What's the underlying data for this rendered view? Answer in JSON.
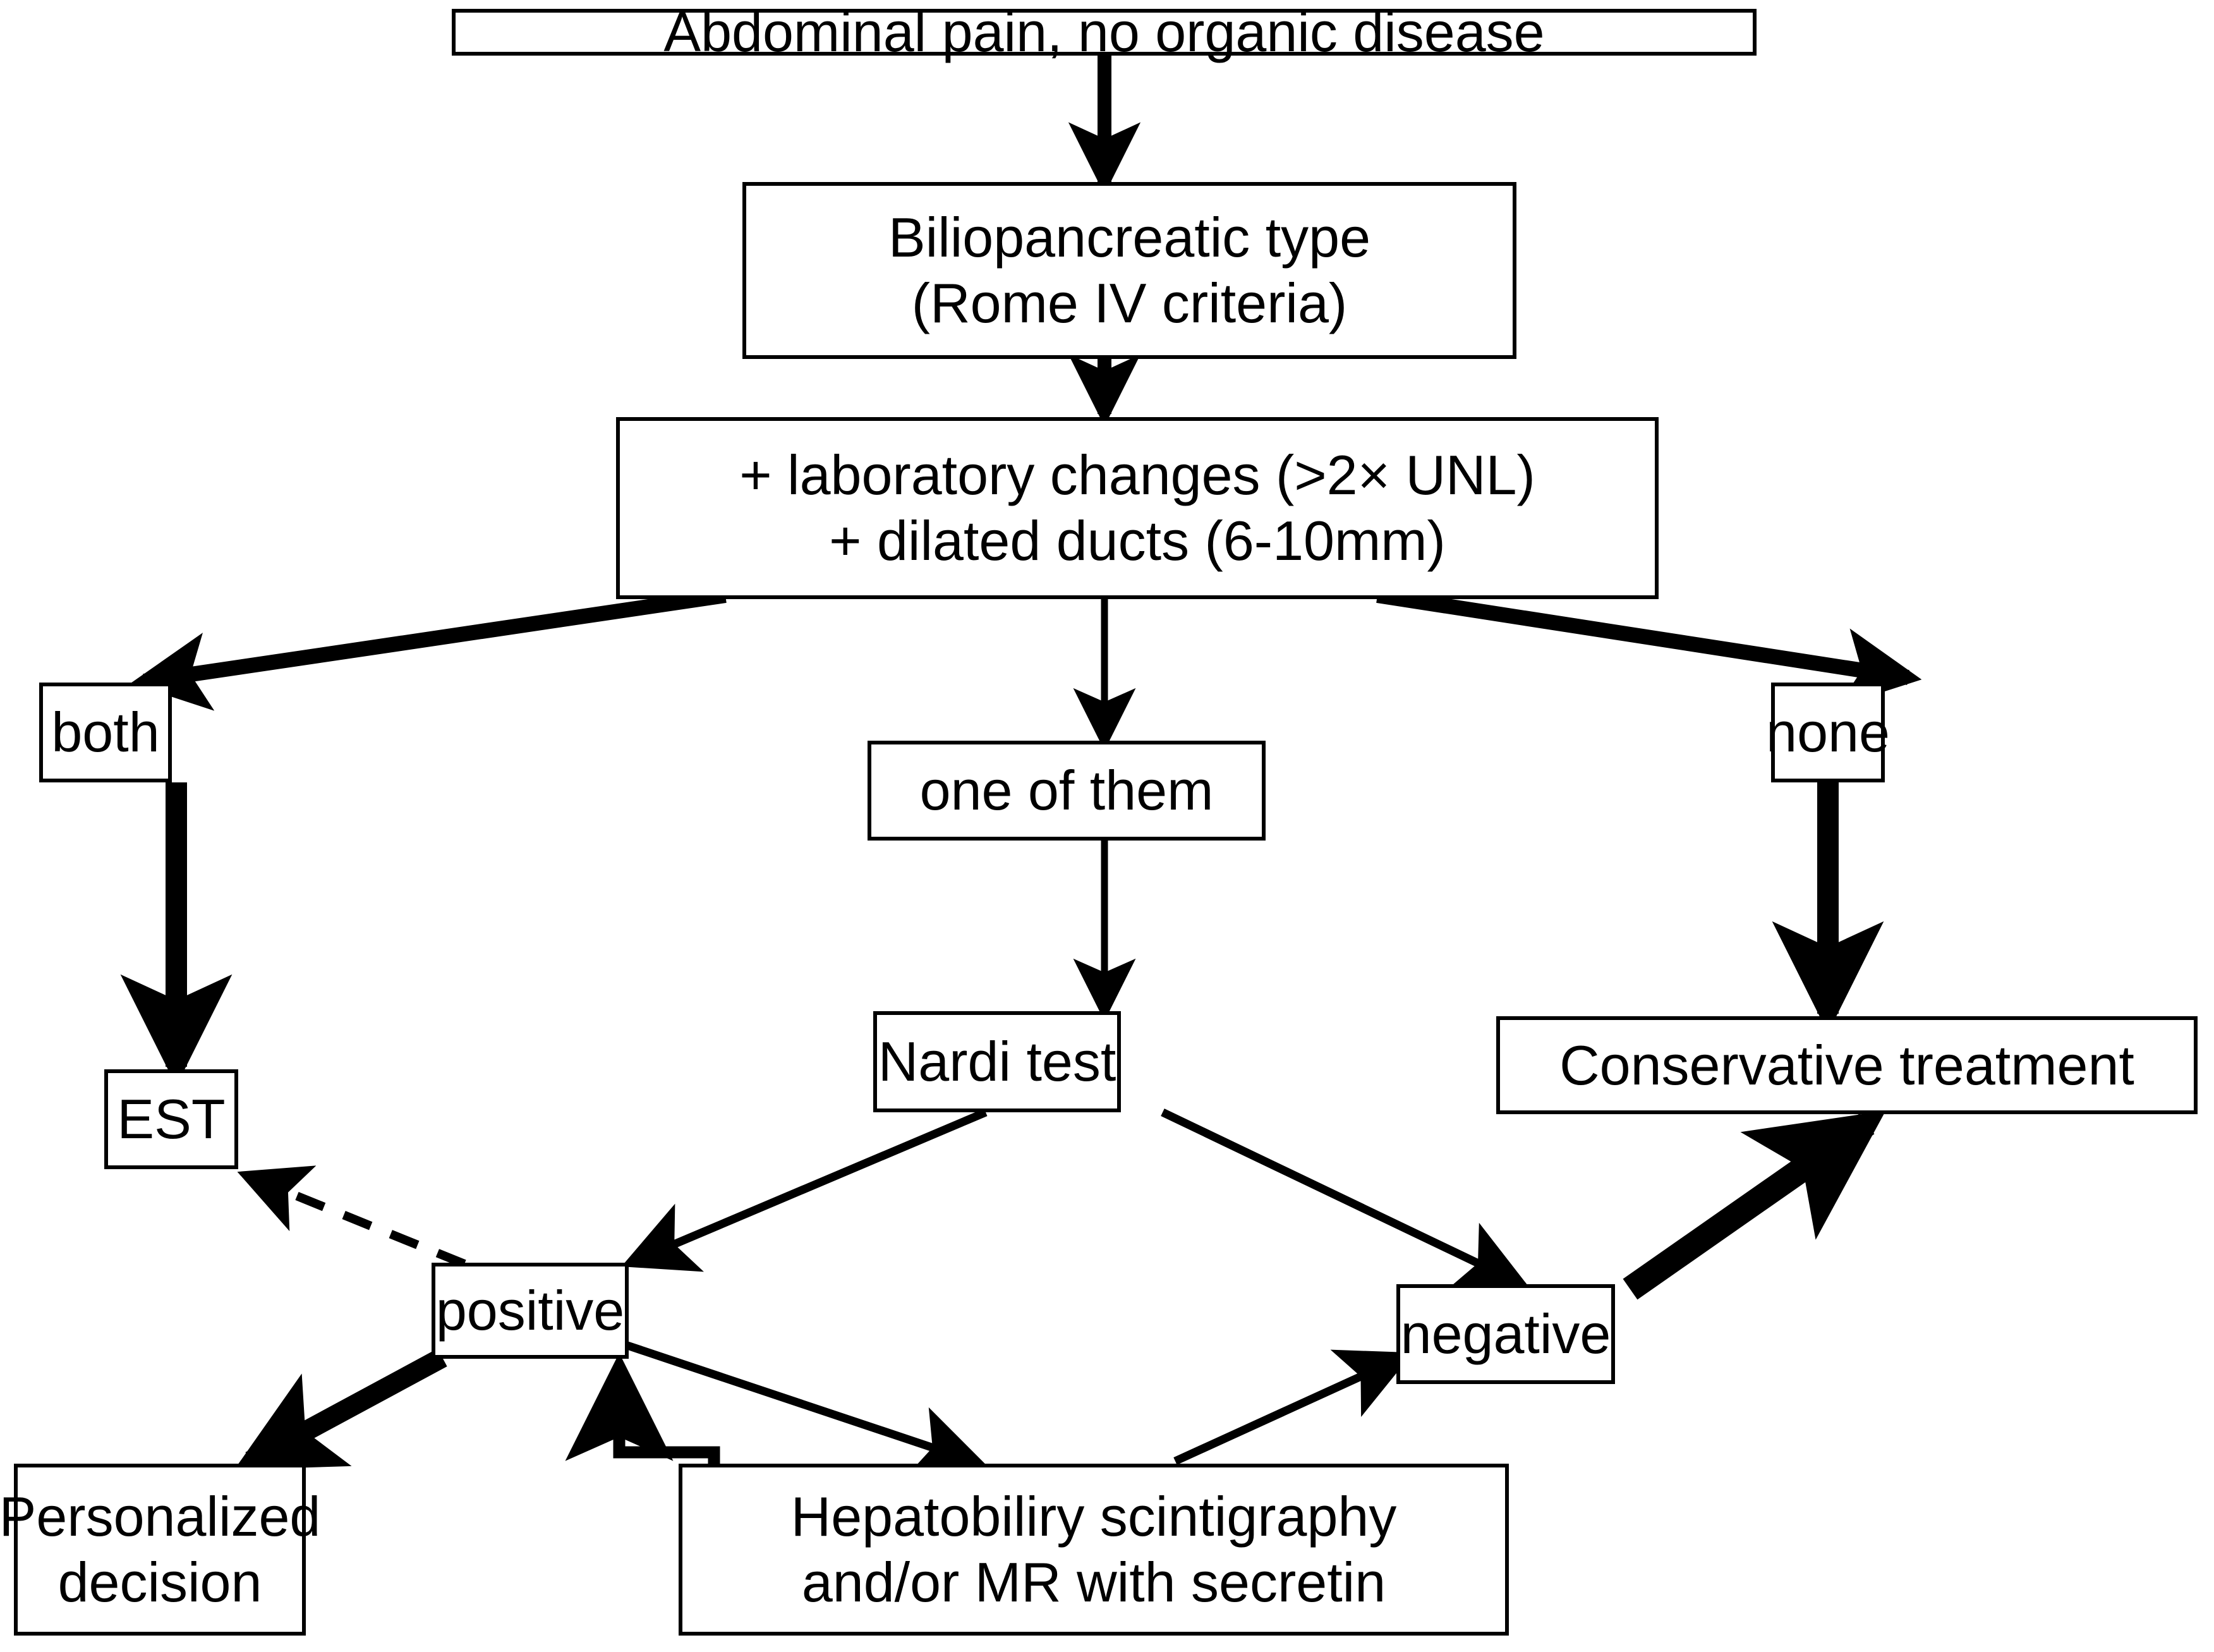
{
  "diagram": {
    "title": "Management algorithm for biliopancreatic-type abdominal pain",
    "type": "flowchart",
    "background": "#ffffff",
    "line_color": "#000000",
    "text_color": "#000000"
  },
  "nodes": {
    "abdominal_pain": {
      "label": "Abdominal pain, no organic disease"
    },
    "biliopancreatic": {
      "line1": "Biliopancreatic type",
      "line2": "(Rome IV criteria)"
    },
    "criteria": {
      "line1": "+ laboratory changes  (>2× UNL)",
      "line2": "+ dilated ducts  (6-10mm)"
    },
    "both": {
      "label": "both"
    },
    "one_of_them": {
      "label": "one of them"
    },
    "none": {
      "label": "none"
    },
    "est": {
      "label": "EST"
    },
    "nardi_test": {
      "label": "Nardi test"
    },
    "conservative_treatment": {
      "label": "Conservative treatment"
    },
    "positive": {
      "label": "positive"
    },
    "negative": {
      "label": "negative"
    },
    "personalized_decision": {
      "line1": "Personalized",
      "line2": "decision"
    },
    "hepatobiliary": {
      "line1": "Hepatobiliry scintigraphy",
      "line2": "and/or MR with secretin"
    }
  },
  "edges": [
    {
      "from": "abdominal_pain",
      "to": "biliopancreatic",
      "style": "solid-bold"
    },
    {
      "from": "biliopancreatic",
      "to": "criteria",
      "style": "solid-bold"
    },
    {
      "from": "criteria",
      "to": "both",
      "style": "solid-bold"
    },
    {
      "from": "criteria",
      "to": "one_of_them",
      "style": "solid-thin"
    },
    {
      "from": "criteria",
      "to": "none",
      "style": "solid-bold"
    },
    {
      "from": "both",
      "to": "est",
      "style": "solid-bold"
    },
    {
      "from": "one_of_them",
      "to": "nardi_test",
      "style": "solid-thin"
    },
    {
      "from": "none",
      "to": "conservative_treatment",
      "style": "solid-bold"
    },
    {
      "from": "nardi_test",
      "to": "positive",
      "style": "solid-thin"
    },
    {
      "from": "nardi_test",
      "to": "negative",
      "style": "solid-thin"
    },
    {
      "from": "positive",
      "to": "est",
      "style": "dashed-thin"
    },
    {
      "from": "positive",
      "to": "personalized_decision",
      "style": "solid-bold"
    },
    {
      "from": "positive",
      "to": "hepatobiliary",
      "style": "solid-thin"
    },
    {
      "from": "hepatobiliary",
      "to": "negative",
      "style": "solid-thin"
    },
    {
      "from": "hepatobiliary",
      "to": "positive",
      "style": "solid-thin-elbow"
    },
    {
      "from": "negative",
      "to": "conservative_treatment",
      "style": "solid-bold"
    }
  ]
}
